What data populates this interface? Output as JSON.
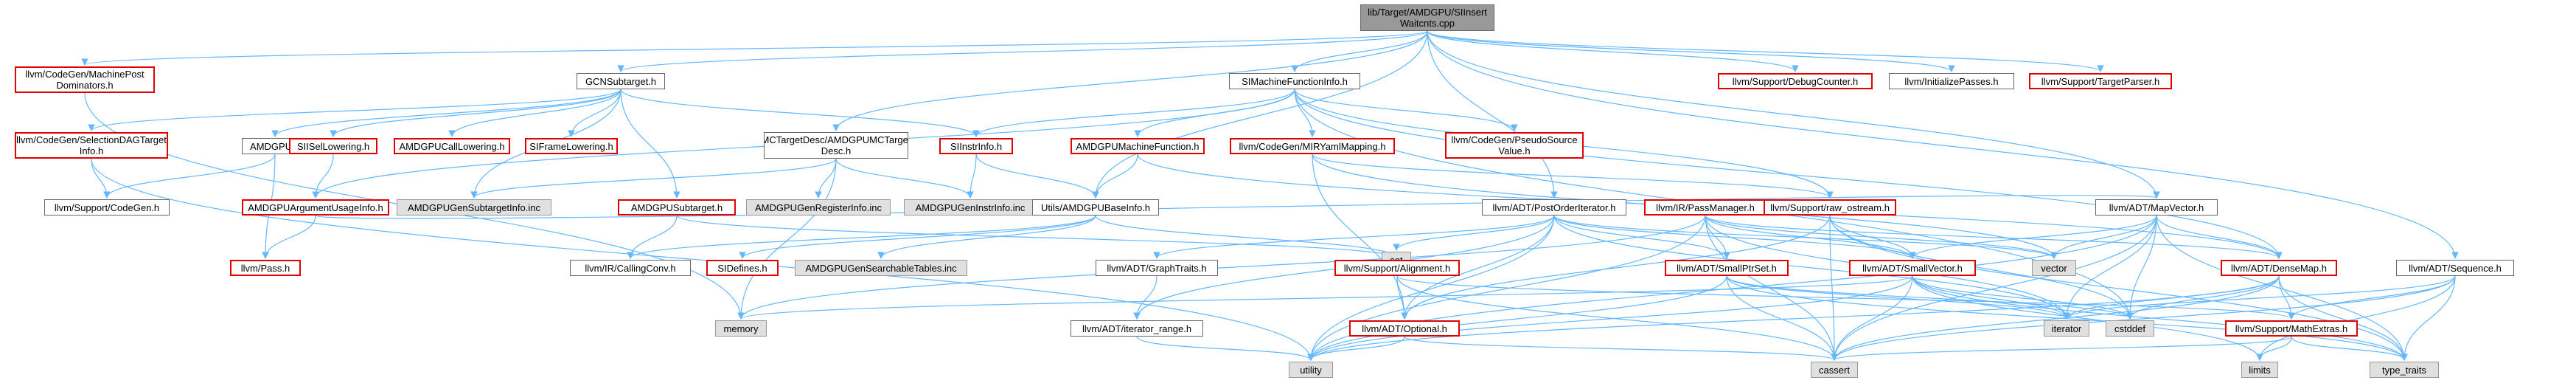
{
  "colors": {
    "edge": "#63b8ff",
    "root_fill": "#999999",
    "missing_border": "#e00000",
    "system_fill": "#e0e0e0",
    "normal_border": "#666666"
  },
  "nodes": {
    "root": "lib/Target/AMDGPU/SIInsert\nWaitcnts.cpp",
    "mpd": "llvm/CodeGen/MachinePost\nDominators.h",
    "gcn": "GCNSubtarget.h",
    "simfi": "SIMachineFunctionInfo.h",
    "debugcounter": "llvm/Support/DebugCounter.h",
    "initpasses": "llvm/InitializePasses.h",
    "targetparser": "llvm/Support/TargetParser.h",
    "seldag": "llvm/CodeGen/SelectionDAGTarget\nInfo.h",
    "amdgpuh": "AMDGPU.h",
    "siisel": "SIISelLowering.h",
    "amdcall": "AMDGPUCallLowering.h",
    "siframe": "SIFrameLowering.h",
    "mctarget": "MCTargetDesc/AMDGPUMCTarget\nDesc.h",
    "siinstr": "SIInstrInfo.h",
    "amdmf": "AMDGPUMachineFunction.h",
    "mir": "llvm/CodeGen/MIRYamlMapping.h",
    "pseudo": "llvm/CodeGen/PseudoSource\nValue.h",
    "cgcodegen": "llvm/Support/CodeGen.h",
    "argusage": "AMDGPUArgumentUsageInfo.h",
    "gensub": "AMDGPUGenSubtargetInfo.inc",
    "amdsub": "AMDGPUSubtarget.h",
    "genreg": "AMDGPUGenRegisterInfo.inc",
    "geninstr": "AMDGPUGenInstrInfo.inc",
    "utils": "Utils/AMDGPUBaseInfo.h",
    "postorder": "llvm/ADT/PostOrderIterator.h",
    "passmgr": "llvm/IR/PassManager.h",
    "rawos": "llvm/Support/raw_ostream.h",
    "mapvec": "llvm/ADT/MapVector.h",
    "pass": "llvm/Pass.h",
    "callconv": "llvm/IR/CallingConv.h",
    "sidefines": "SIDefines.h",
    "gensearch": "AMDGPUGenSearchableTables.inc",
    "set": "set",
    "graphtraits": "llvm/ADT/GraphTraits.h",
    "alignment": "llvm/Support/Alignment.h",
    "smallptrset": "llvm/ADT/SmallPtrSet.h",
    "smallvec": "llvm/ADT/SmallVector.h",
    "vector": "vector",
    "densemap": "llvm/ADT/DenseMap.h",
    "sequence": "llvm/ADT/Sequence.h",
    "memory": "memory",
    "iterrange": "llvm/ADT/iterator_range.h",
    "optional": "llvm/ADT/Optional.h",
    "iterator": "iterator",
    "cstddef": "cstddef",
    "mathextras": "llvm/Support/MathExtras.h",
    "utility": "utility",
    "cassert": "cassert",
    "limits": "limits",
    "typetraits": "type_traits"
  }
}
